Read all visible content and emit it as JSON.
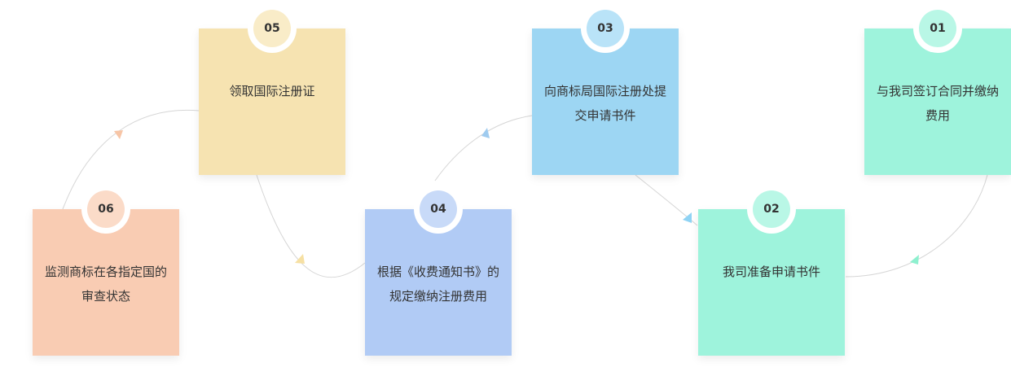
{
  "colors": {
    "step01": "#9ef3dc",
    "step01_badge": "#b9f7e6",
    "step02": "#9ef3dc",
    "step02_badge": "#b9f7e6",
    "step03": "#9dd6f3",
    "step03_badge": "#b9e3f8",
    "step04": "#b1cbf5",
    "step04_badge": "#c8daf8",
    "step05": "#f6e3b1",
    "step05_badge": "#f9ecc8",
    "step06": "#f9ccb3",
    "step06_badge": "#fbdbc8",
    "arrow01": "#8ef0cf",
    "arrow02": "#8fd3f4",
    "arrow03": "#9fcbef",
    "arrow04": "#f6e0a3",
    "arrow05": "#f7c5a6",
    "connector_line": "#d6d6d6"
  },
  "steps": [
    {
      "number": "01",
      "text": "与我司签订合同并缴纳费用"
    },
    {
      "number": "02",
      "text": "我司准备申请书件"
    },
    {
      "number": "03",
      "text": "向商标局国际注册处提交申请书件"
    },
    {
      "number": "04",
      "text": "根据《收费通知书》的规定缴纳注册费用"
    },
    {
      "number": "05",
      "text": "领取国际注册证"
    },
    {
      "number": "06",
      "text": "监测商标在各指定国的审查状态"
    }
  ]
}
